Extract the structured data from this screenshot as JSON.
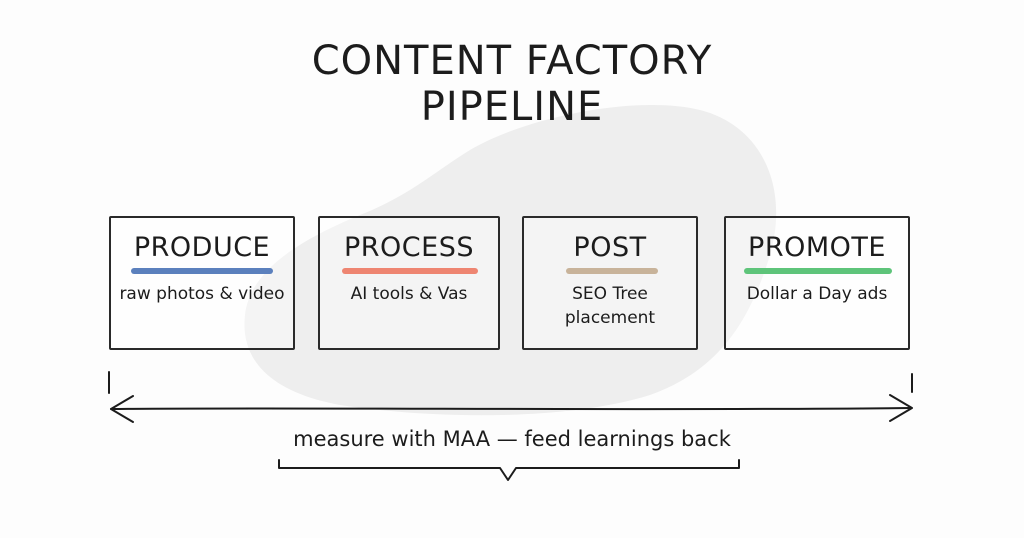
{
  "title": {
    "line1": "CONTENT FACTORY",
    "line2": "PIPELINE"
  },
  "stages": [
    {
      "title": "PRODUCE",
      "desc": [
        "raw photos & video"
      ],
      "bar_color": "#5b80bd"
    },
    {
      "title": "PROCESS",
      "desc": [
        "AI tools & Vas"
      ],
      "bar_color": "#ee8571"
    },
    {
      "title": "POST",
      "desc": [
        "SEO Tree",
        "placement"
      ],
      "bar_color": "#c8b39a"
    },
    {
      "title": "PROMOTE",
      "desc": [
        "Dollar a Day ads"
      ],
      "bar_color": "#5ec47a"
    }
  ],
  "feedback": {
    "caption": "measure with MAA — feed learnings back"
  },
  "colors": {
    "ink": "#1c1c1c",
    "blob": "#eeeeee",
    "background": "#fdfdfd"
  }
}
